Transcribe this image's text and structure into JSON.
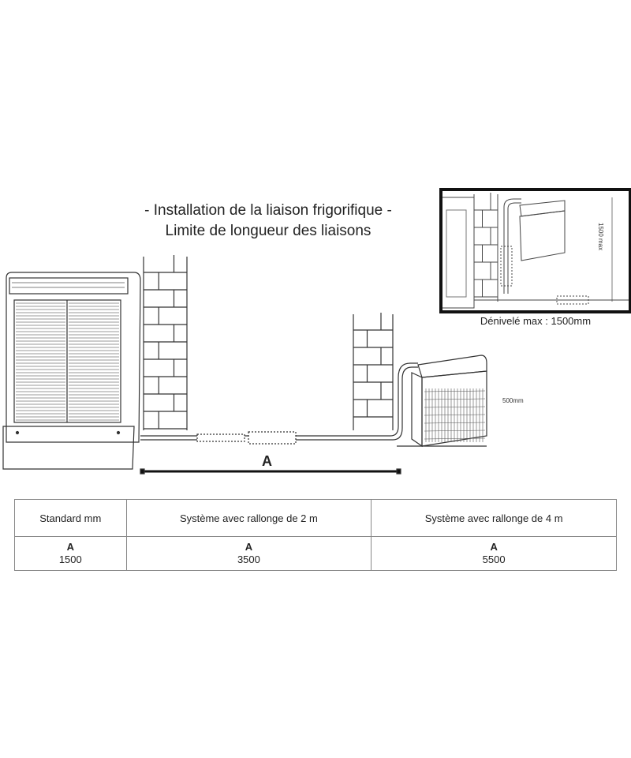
{
  "title": {
    "line1": "- Installation de la liaison frigorifique -",
    "line2": "Limite de longueur des liaisons"
  },
  "inset": {
    "caption": "Dénivelé max : 1500mm",
    "vertical_label": "1500 max"
  },
  "diagram": {
    "side_label": "500mm",
    "length_label": "A"
  },
  "table": {
    "headers": [
      "Standard mm",
      "Système avec rallonge de 2 m",
      "Système avec rallonge de 4 m"
    ],
    "rows": [
      {
        "label": "A",
        "value": "1500"
      },
      {
        "label": "A",
        "value": "3500"
      },
      {
        "label": "A",
        "value": "5500"
      }
    ]
  }
}
